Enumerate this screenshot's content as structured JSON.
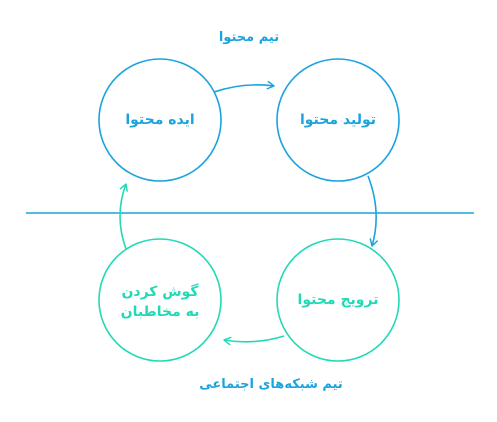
{
  "colors": {
    "blue": "#1aa3de",
    "teal": "#22d9b5"
  },
  "teams": {
    "top": "تیم محتوا",
    "bottom": "تیم شبکه‌های اجتماعی"
  },
  "nodes": {
    "idea": "ایده محتوا",
    "production": "تولید محتوا",
    "promotion": "ترویج محتوا",
    "listening": "گوش کردن\nبه مخاطبان"
  }
}
